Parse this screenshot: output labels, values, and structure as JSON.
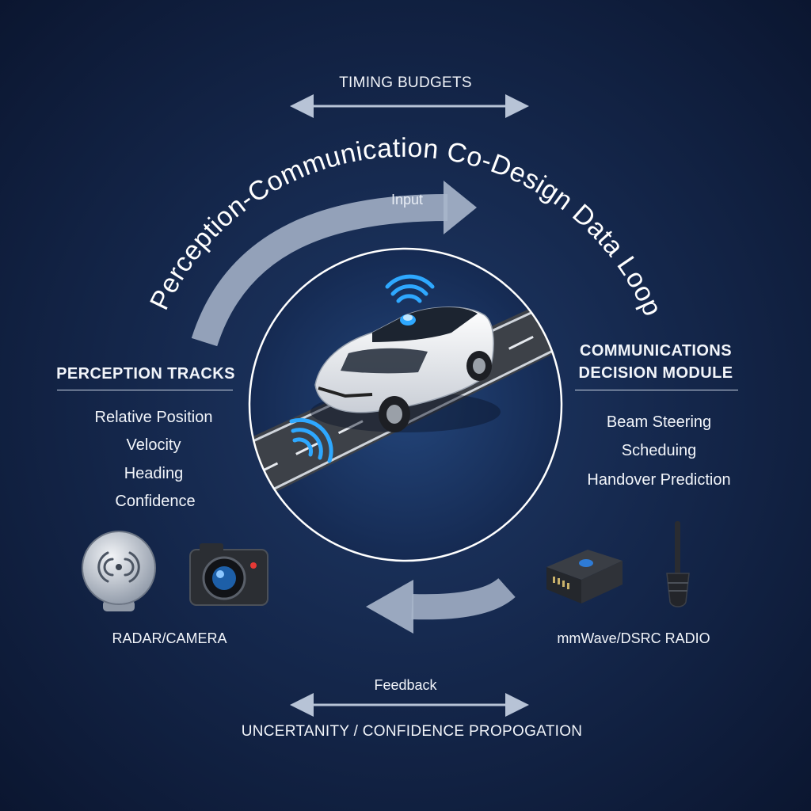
{
  "diagram": {
    "title": "Perception-Communication Co-Design Data Loop",
    "top_label": "TIMING BUDGETS",
    "input_label": "Input",
    "feedback_label": "Feedback",
    "bottom_label": "UNCERTANITY / CONFIDENCE PROPOGATION",
    "left_panel": {
      "title": "PERCEPTION TRACKS",
      "items": [
        "Relative Position",
        "Velocity",
        "Heading",
        "Confidence"
      ],
      "device_label": "RADAR/CAMERA"
    },
    "right_panel": {
      "title_line1": "COMMUNICATIONS",
      "title_line2": "DECISION MODULE",
      "items": [
        "Beam Steering",
        "Scheduing",
        "Handover Prediction"
      ],
      "device_label": "mmWave/DSRC RADIO"
    }
  },
  "icons": {
    "radar": "radar-dish-icon",
    "camera": "camera-icon",
    "radio_box": "radio-module-icon",
    "antenna": "antenna-icon",
    "car": "car-icon",
    "signal": "wifi-signal-icon"
  },
  "colors": {
    "background": "#15284d",
    "arrow": "#b7c3d6",
    "text": "#f2f5fa",
    "signal": "#2ea8ff"
  }
}
